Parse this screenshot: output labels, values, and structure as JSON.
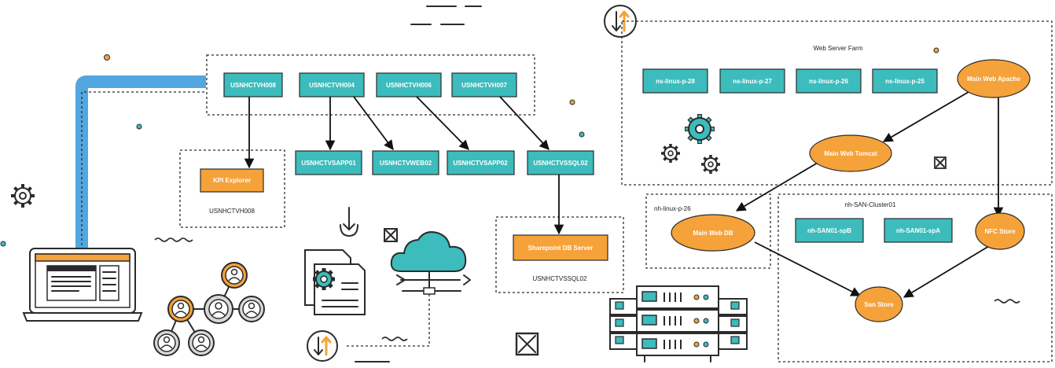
{
  "colors": {
    "teal": "#3cbcbc",
    "orange": "#f5a23a",
    "blue": "#52a7e0",
    "ink": "#2b2b2b",
    "edge": "#111111",
    "gray": "#d9d9d9"
  },
  "hosts": [
    "USNHCTVH008",
    "USNHCTVH004",
    "USNHCTVH006",
    "USNHCTVH007"
  ],
  "vms": [
    "USNHCTVSAPP01",
    "USNHCTVWEB02",
    "USNHCTVSAPP02",
    "USNHCTVSSQL02"
  ],
  "apps": {
    "kpi": "KPI Explorer",
    "sharepoint": "Sharepoint DB Server"
  },
  "group_captions": {
    "kpi_group": "USNHCTVH008",
    "sql_group": "USNHCTVSSQL02",
    "web_farm": "Web Server Farm",
    "linux_group": "nh-linux-p-26",
    "san_cluster": "nh-SAN-Cluster01"
  },
  "farm_servers": [
    "ns-linux-p-28",
    "ns-linux-p-27",
    "ns-linux-p-26",
    "ns-linux-p-25"
  ],
  "san_nodes": [
    "nh-SAN01-spB",
    "nh-SAN01-spA"
  ],
  "services": {
    "apache": "Main Web Apache",
    "tomcat": "Main Web Tomcat",
    "db": "Main Web DB",
    "nfc": "NFC Store",
    "san": "San Store"
  },
  "icons": [
    "laptop-icon",
    "gear-icon",
    "people-network-icon",
    "download-icon",
    "close-box-icon",
    "document-gear-icon",
    "cloud-network-icon",
    "sync-arrows-icon",
    "server-rack-icon"
  ]
}
